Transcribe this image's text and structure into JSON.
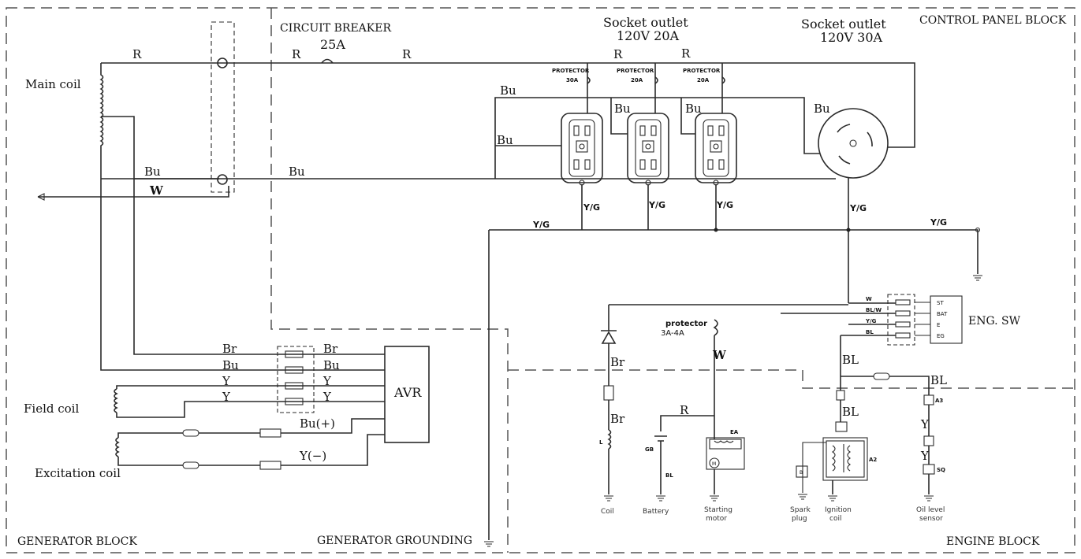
{
  "blocks": {
    "control_panel": "CONTROL PANEL BLOCK",
    "generator": "GENERATOR BLOCK",
    "grounding": "GENERATOR GROUNDING",
    "engine": "ENGINE BLOCK"
  },
  "breaker": {
    "title": "CIRCUIT BREAKER",
    "rating": "25A"
  },
  "outlets": {
    "s20_title": "Socket outlet",
    "s20_rating": "120V 20A",
    "s30_title": "Socket outlet",
    "s30_rating": "120V 30A"
  },
  "protector_label": "PROTECTOR",
  "protector_rating": "20A",
  "protector_rating_first": "30A",
  "coils": {
    "main": "Main coil",
    "field": "Field coil",
    "excitation": "Excitation coil"
  },
  "avr": "AVR",
  "wires": {
    "R": "R",
    "Bu": "Bu",
    "W": "W",
    "YG": "Y/G",
    "Br": "Br",
    "Y": "Y",
    "BL": "BL",
    "Bu_plus": "Bu(+)",
    "Y_minus": "Y(−)"
  },
  "eng_sw": {
    "title": "ENG. SW",
    "wire_labels": [
      "W",
      "BL/W",
      "Y/G",
      "BL"
    ],
    "terminals": [
      "ST",
      "BAT",
      "E",
      "EG"
    ]
  },
  "engine_protector": {
    "title": "protector",
    "rating": "3A-4A"
  },
  "component_codes": {
    "starter": "EA",
    "ignition": "A2",
    "sensor_a3": "A3",
    "sensor_sq": "SQ",
    "battery_top": "GB",
    "battery_bottom": "BL",
    "spark": "B",
    "coil_l": "L",
    "motor": "M"
  },
  "captions": {
    "coil": "Coil",
    "battery": "Battery",
    "starting_motor_1": "Starting",
    "starting_motor_2": "motor",
    "spark_plug_1": "Spark",
    "spark_plug_2": "plug",
    "ignition_coil_1": "Ignition",
    "ignition_coil_2": "coil",
    "oil_sensor_1": "Oil level",
    "oil_sensor_2": "sensor"
  }
}
